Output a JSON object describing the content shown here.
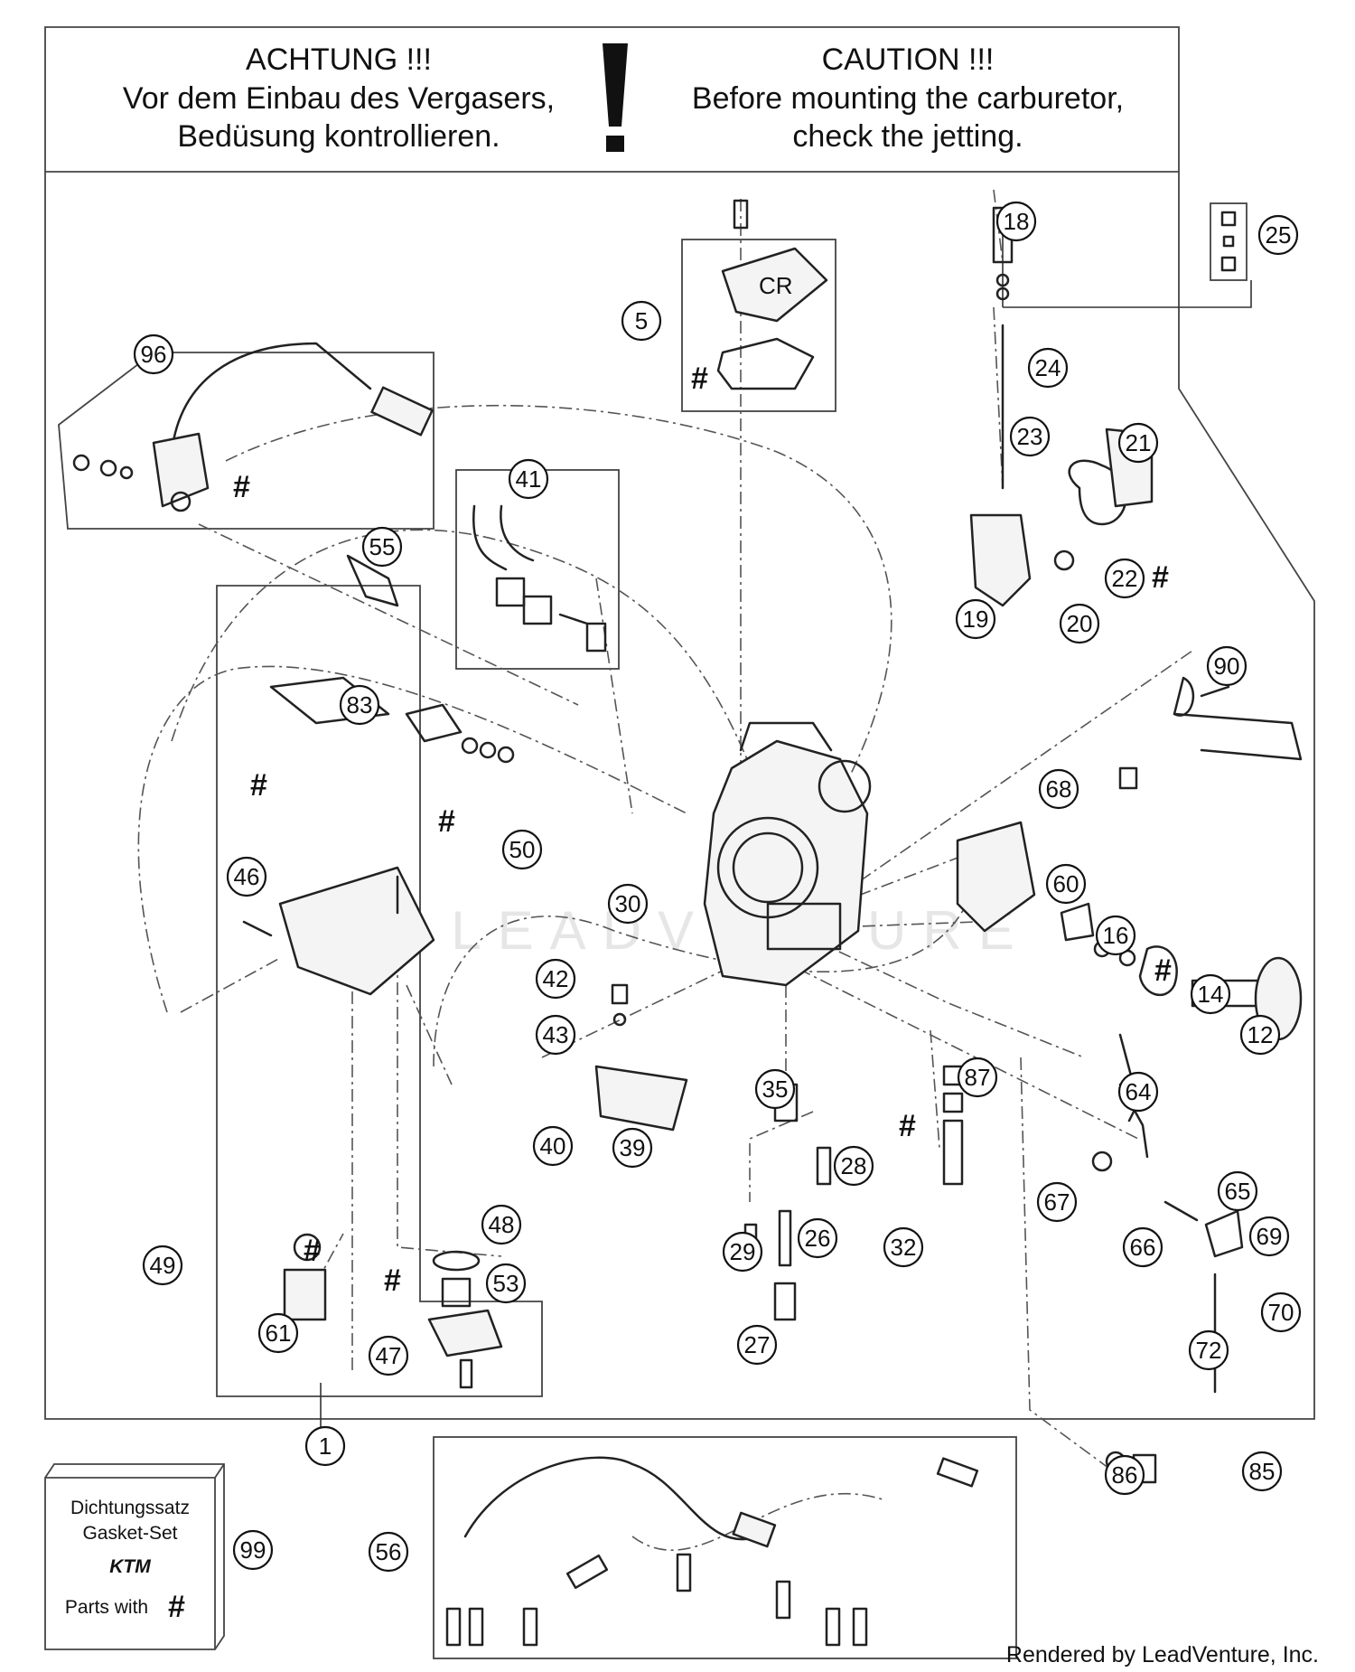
{
  "banner": {
    "left_lines": [
      "ACHTUNG !!!",
      "Vor dem Einbau des Vergasers,",
      "Bedüsung kontrollieren."
    ],
    "right_lines": [
      "CAUTION !!!",
      "Before mounting the carburetor,",
      "check the jetting."
    ],
    "exclamation": "!"
  },
  "hash_symbol": "#",
  "callouts": [
    "1",
    "5",
    "12",
    "14",
    "16",
    "18",
    "19",
    "20",
    "21",
    "22",
    "23",
    "24",
    "25",
    "26",
    "27",
    "28",
    "29",
    "30",
    "32",
    "35",
    "39",
    "40",
    "41",
    "42",
    "43",
    "46",
    "47",
    "48",
    "49",
    "50",
    "53",
    "55",
    "56",
    "60",
    "61",
    "64",
    "65",
    "66",
    "67",
    "68",
    "69",
    "70",
    "72",
    "83",
    "85",
    "86",
    "87",
    "90",
    "96",
    "99"
  ],
  "gasket_set": {
    "line1": "Dichtungssatz",
    "line2": "Gasket-Set",
    "logo": "KTM",
    "line3": "Parts with",
    "hash": "#"
  },
  "footer": "Rendered by LeadVenture, Inc.",
  "watermark": "LEADVENTURE"
}
